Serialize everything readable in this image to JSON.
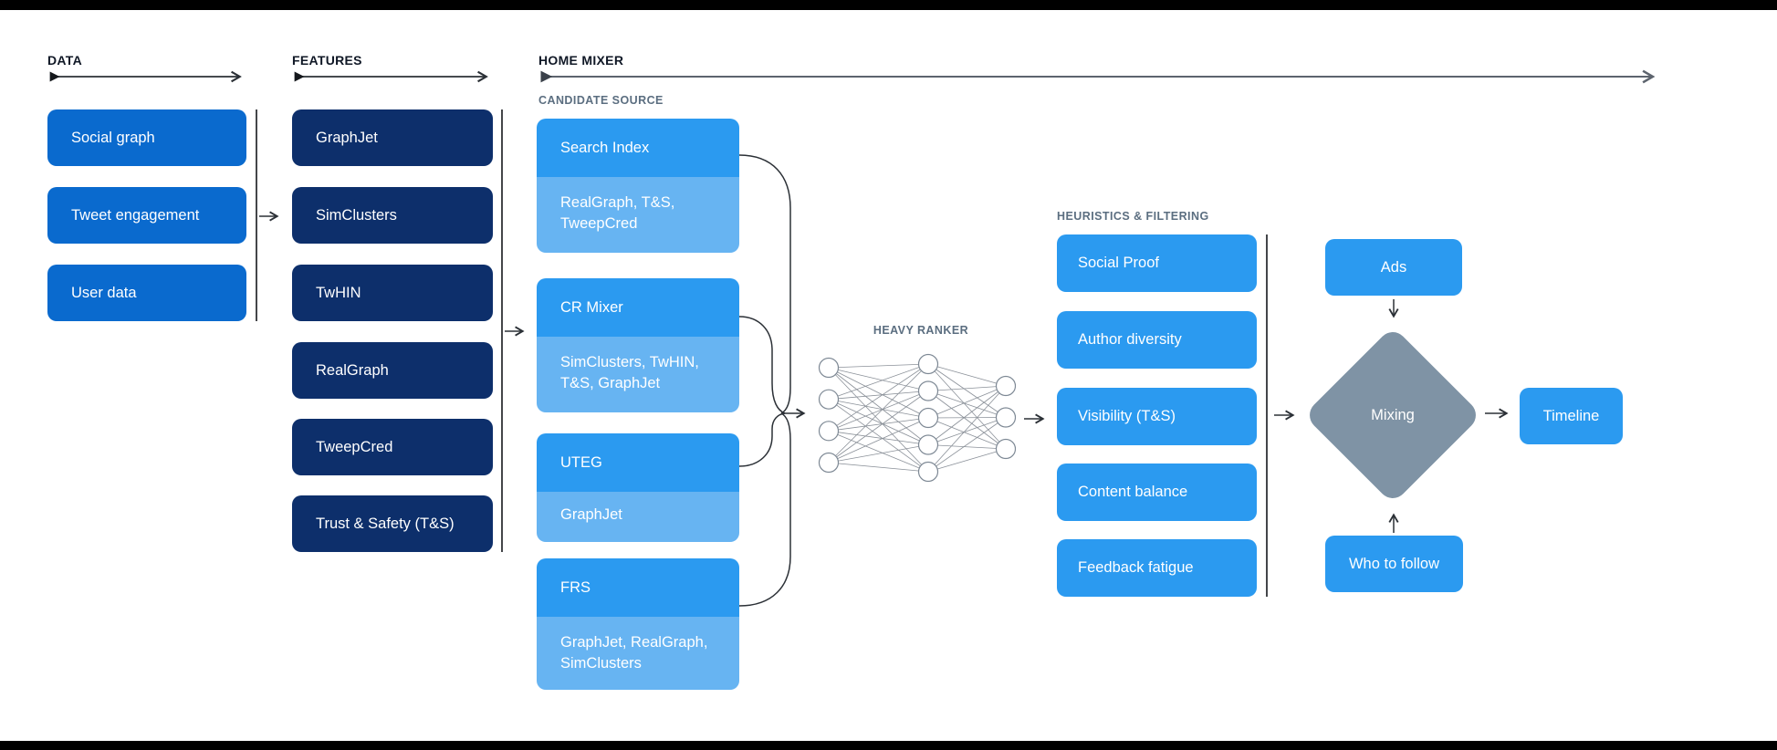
{
  "headers": {
    "data": "DATA",
    "features": "FEATURES",
    "home_mixer": "HOME MIXER"
  },
  "data_column": {
    "items": [
      "Social graph",
      "Tweet engagement",
      "User data"
    ]
  },
  "features_column": {
    "items": [
      "GraphJet",
      "SimClusters",
      "TwHIN",
      "RealGraph",
      "TweepCred",
      "Trust & Safety (T&S)"
    ]
  },
  "candidate_source": {
    "label": "CANDIDATE SOURCE",
    "groups": [
      {
        "title": "Search Index",
        "subtitle": "RealGraph, T&S, TweepCred"
      },
      {
        "title": "CR Mixer",
        "subtitle": "SimClusters, TwHIN, T&S, GraphJet"
      },
      {
        "title": "UTEG",
        "subtitle": "GraphJet"
      },
      {
        "title": "FRS",
        "subtitle": "GraphJet, RealGraph, SimClusters"
      }
    ]
  },
  "heavy_ranker": {
    "label": "HEAVY RANKER",
    "layers": [
      4,
      5,
      3
    ]
  },
  "heuristics": {
    "label": "HEURISTICS & FILTERING",
    "items": [
      "Social Proof",
      "Author diversity",
      "Visibility (T&S)",
      "Content balance",
      "Feedback fatigue"
    ]
  },
  "mixing": {
    "ads": "Ads",
    "diamond": "Mixing",
    "who_to_follow": "Who to follow",
    "timeline": "Timeline"
  },
  "colors": {
    "data_box": "#0a6ace",
    "feature_box": "#0d2f6b",
    "mixer_box": "#2b9af0",
    "mixer_sub_box": "#67b4f2",
    "diamond": "#7f93a5",
    "header_text": "#101826",
    "sublabel_text": "#5b6e80",
    "connector": "#2b3036",
    "long_axis": "#5d646e"
  }
}
